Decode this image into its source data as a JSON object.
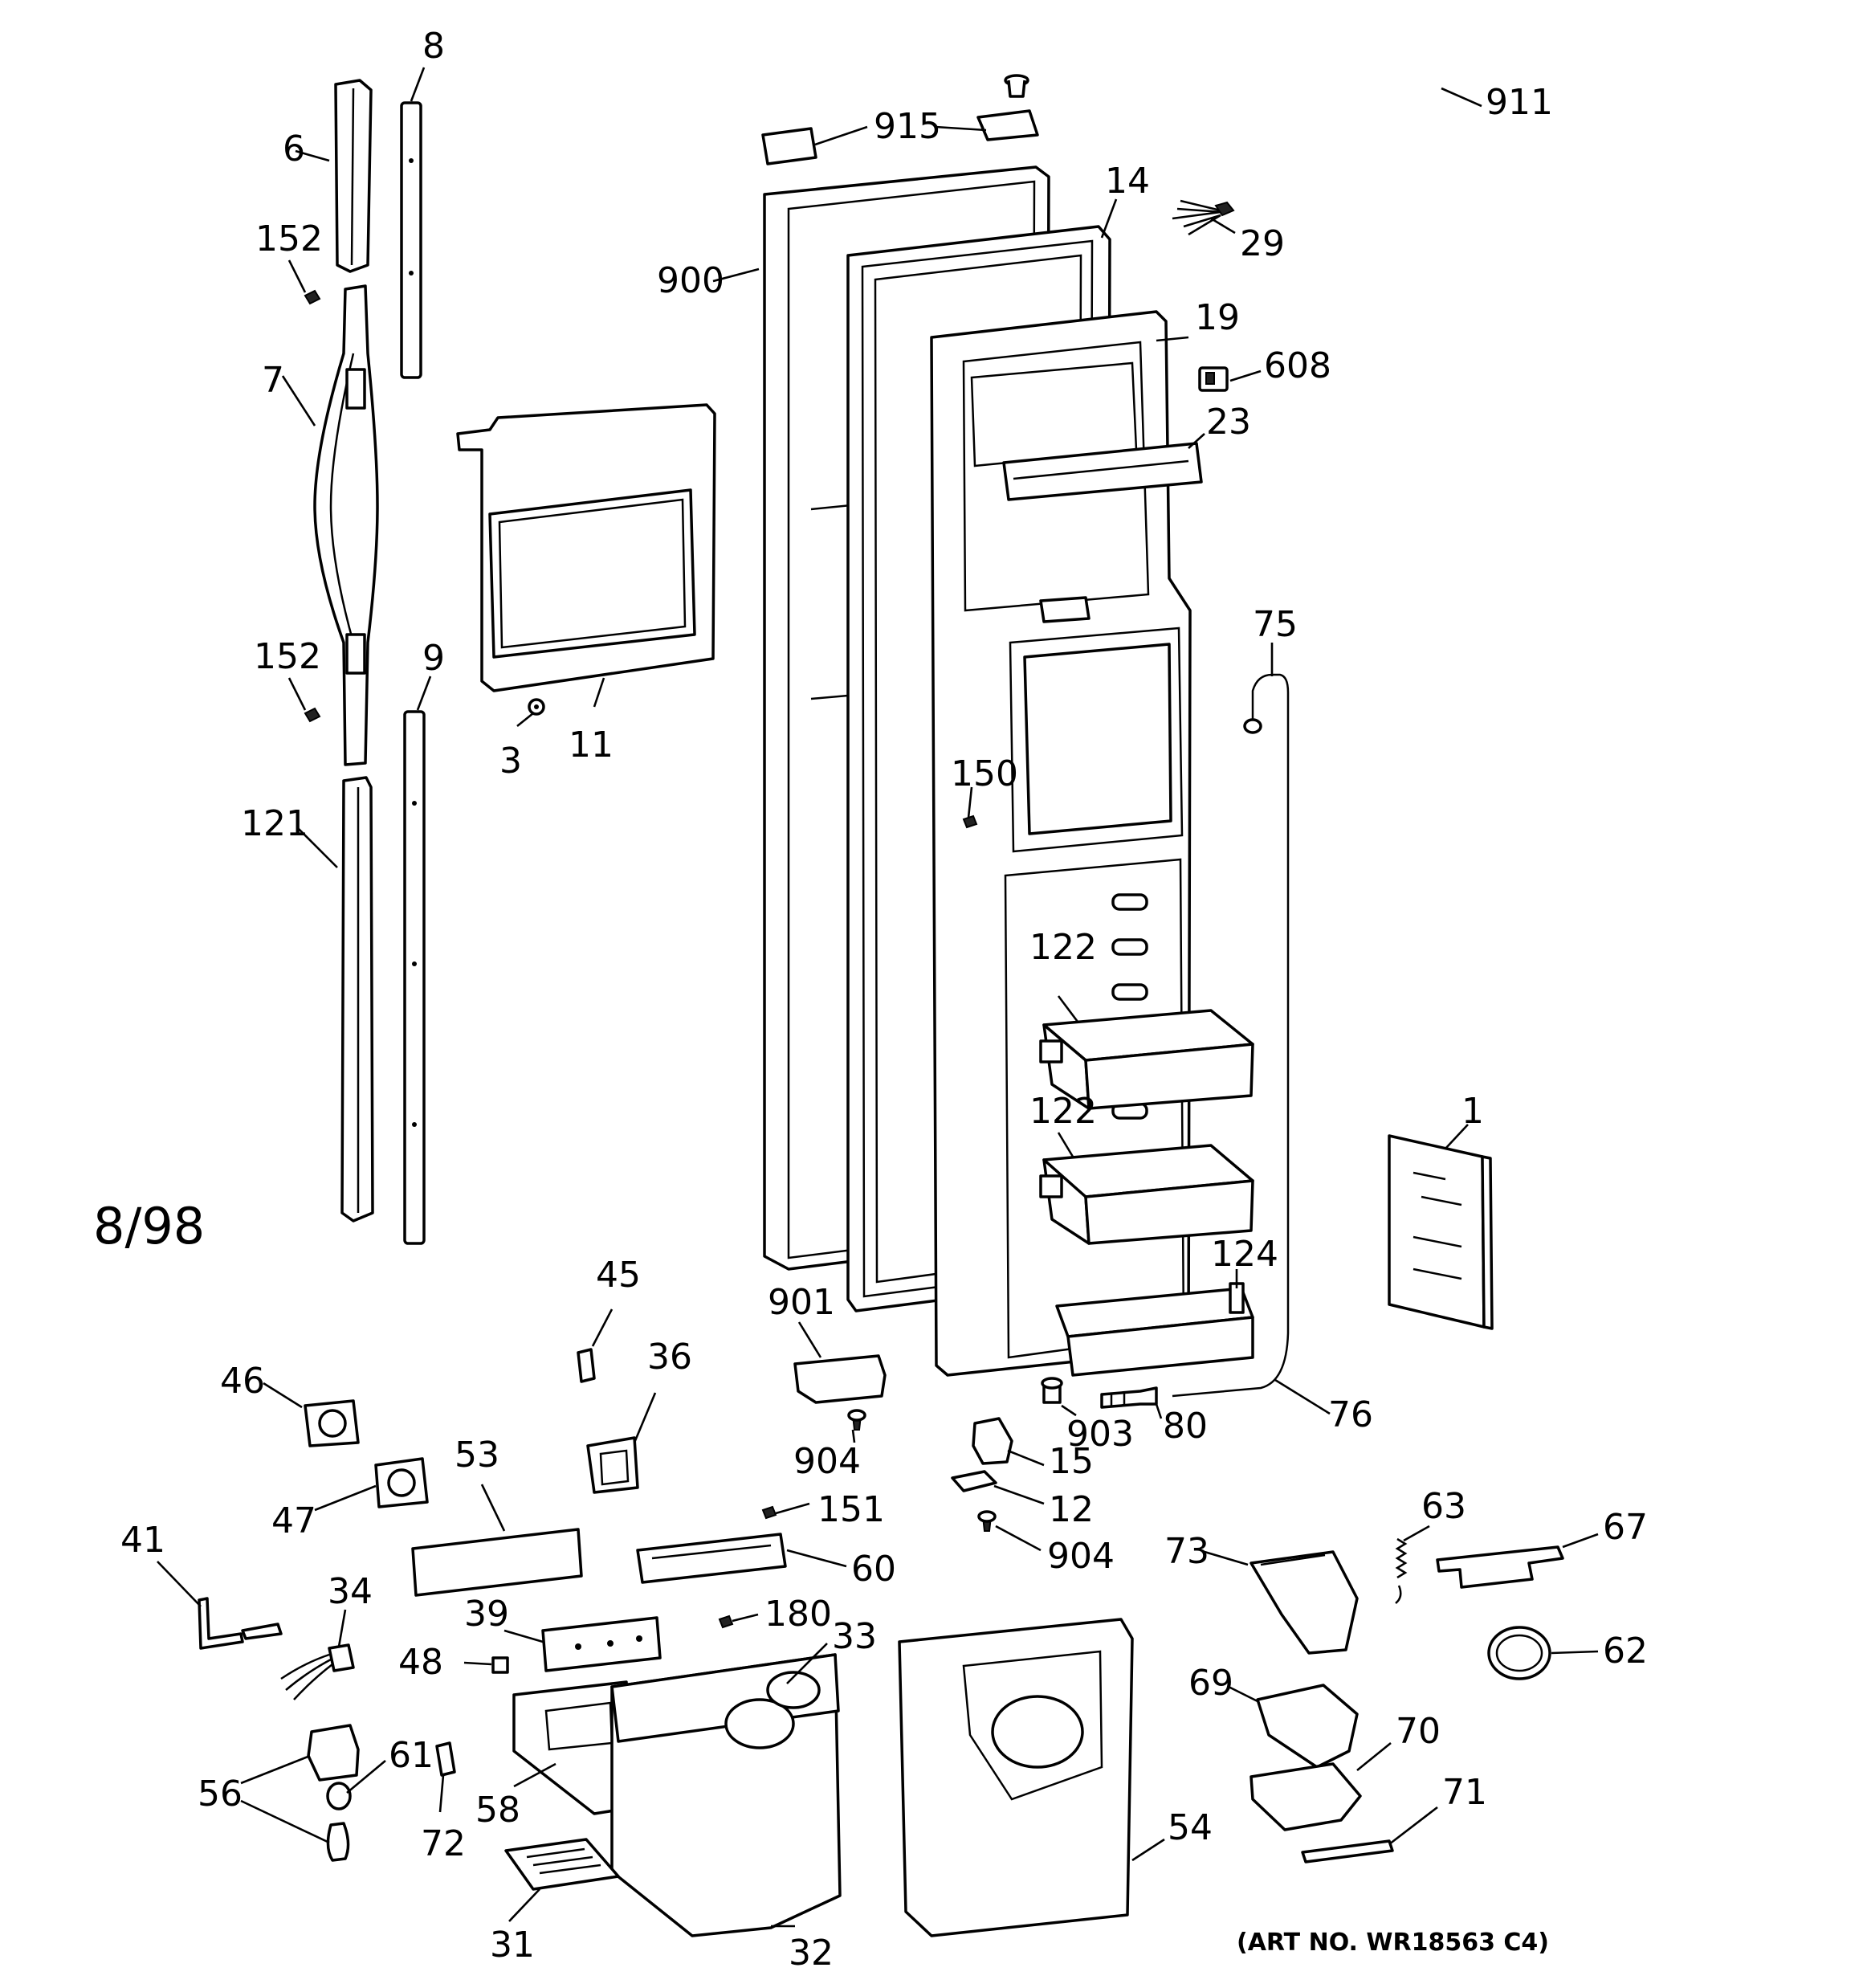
{
  "revision": "8/98",
  "art_number": "(ART NO. WR18563 C4)",
  "callouts": {
    "c1": "1",
    "c3": "3",
    "c6": "6",
    "c7": "7",
    "c8": "8",
    "c9": "9",
    "c11": "11",
    "c12": "12",
    "c14": "14",
    "c15": "15",
    "c19": "19",
    "c23": "23",
    "c29": "29",
    "c31": "31",
    "c32": "32",
    "c33": "33",
    "c34": "34",
    "c36": "36",
    "c39": "39",
    "c41": "41",
    "c45": "45",
    "c46": "46",
    "c47": "47",
    "c48": "48",
    "c53": "53",
    "c54": "54",
    "c56": "56",
    "c58": "58",
    "c60": "60",
    "c61": "61",
    "c62": "62",
    "c63": "63",
    "c67": "67",
    "c69": "69",
    "c70": "70",
    "c71": "71",
    "c72": "72",
    "c73": "73",
    "c75": "75",
    "c76": "76",
    "c80": "80",
    "c121": "121",
    "c122": "122",
    "c124": "124",
    "c150": "150",
    "c151": "151",
    "c152": "152",
    "c180": "180",
    "c608": "608",
    "c900": "900",
    "c901": "901",
    "c903": "903",
    "c904": "904",
    "c911": "911",
    "c915": "915"
  }
}
